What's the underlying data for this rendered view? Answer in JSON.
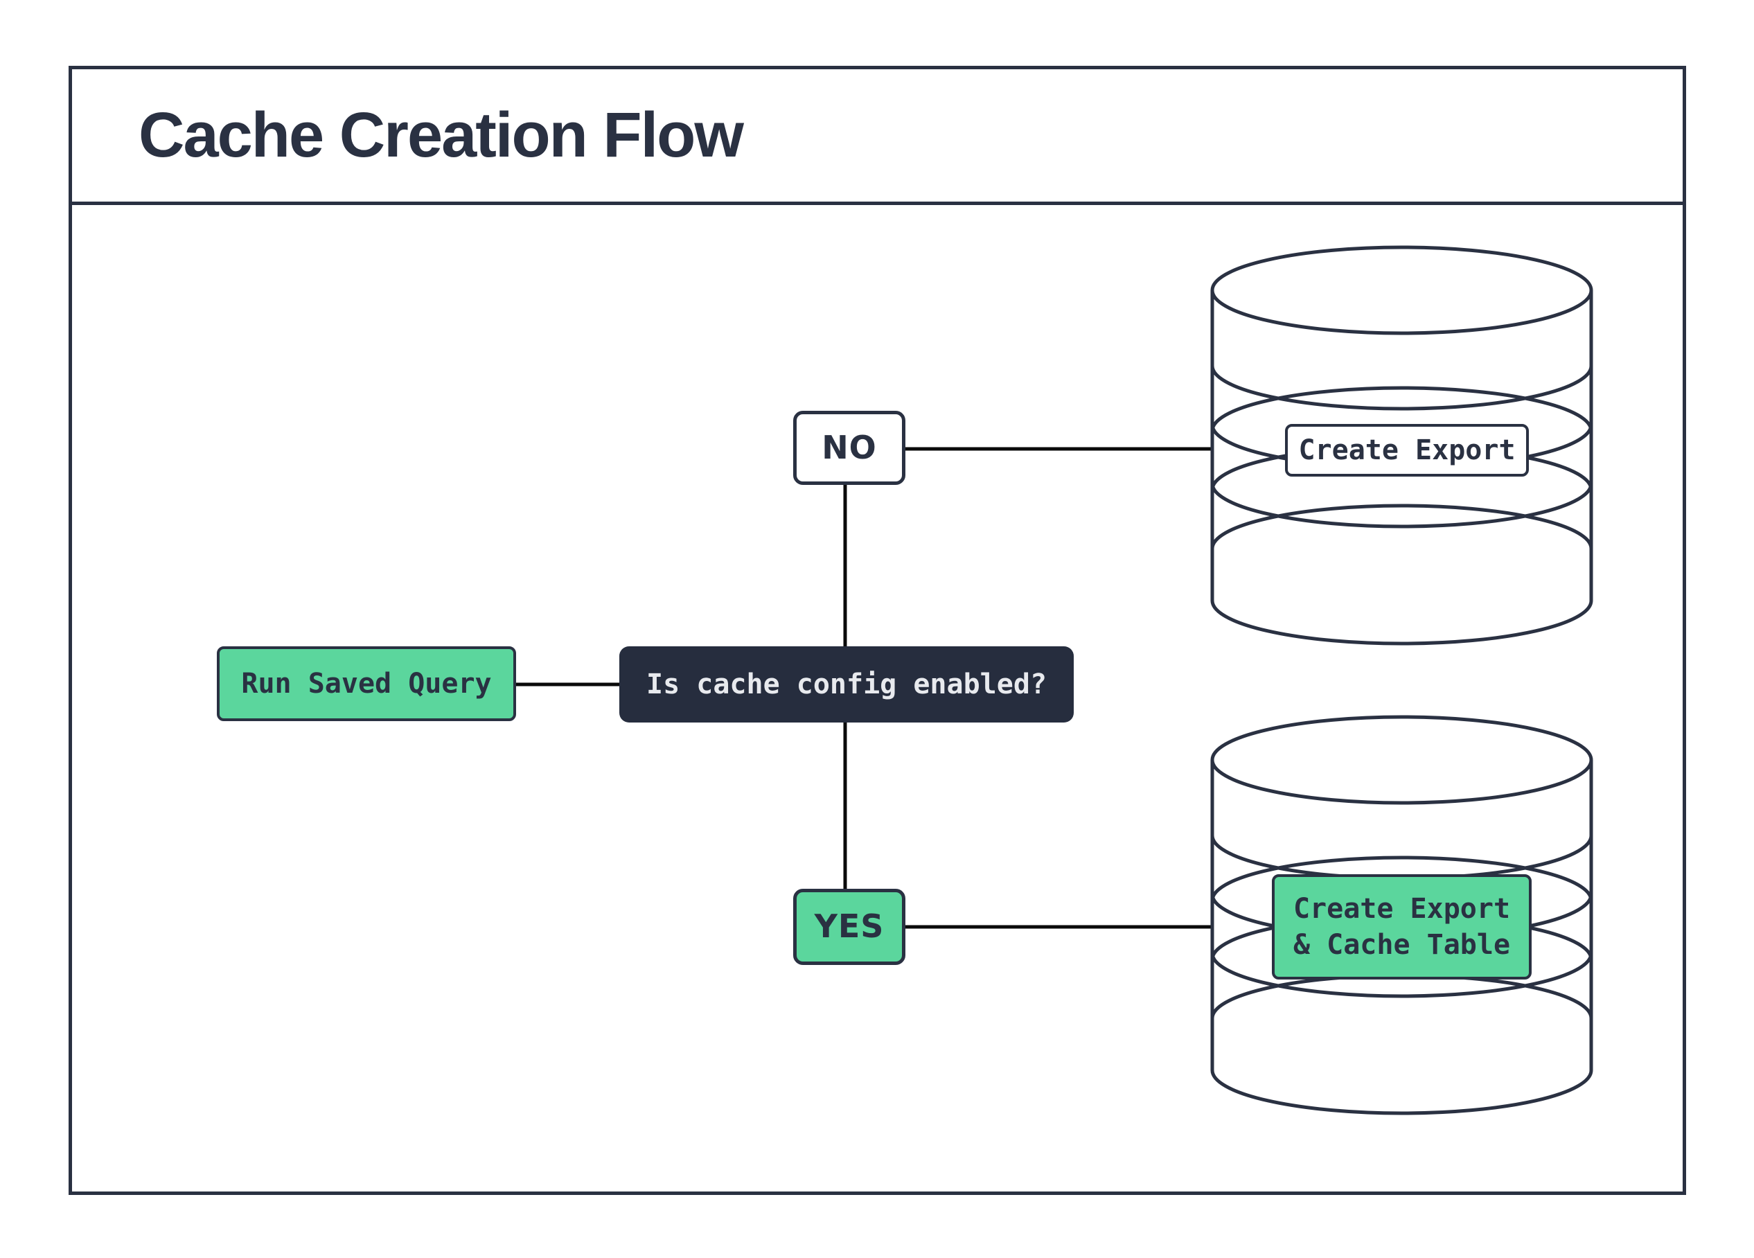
{
  "title": "Cache Creation Flow",
  "colors": {
    "bg": "#ffffff",
    "navy": "#2a3142",
    "navy_fill": "#262d3e",
    "green": "#5bd69d",
    "line": "#0a0a0a",
    "text_light": "#e8eaee"
  },
  "nodes": {
    "run_saved_query": {
      "label": "Run Saved Query"
    },
    "decision": {
      "label": "Is cache config enabled?"
    },
    "no_branch": {
      "label": "NO"
    },
    "yes_branch": {
      "label": "YES"
    },
    "export_db": {
      "label": "Create Export"
    },
    "cache_db": {
      "label_line1": "Create Export",
      "label_line2": "& Cache Table"
    }
  },
  "edges": [
    {
      "from": "run_saved_query",
      "to": "decision"
    },
    {
      "from": "decision",
      "to": "no_branch"
    },
    {
      "from": "no_branch",
      "to": "export_db"
    },
    {
      "from": "decision",
      "to": "yes_branch"
    },
    {
      "from": "yes_branch",
      "to": "cache_db"
    }
  ]
}
